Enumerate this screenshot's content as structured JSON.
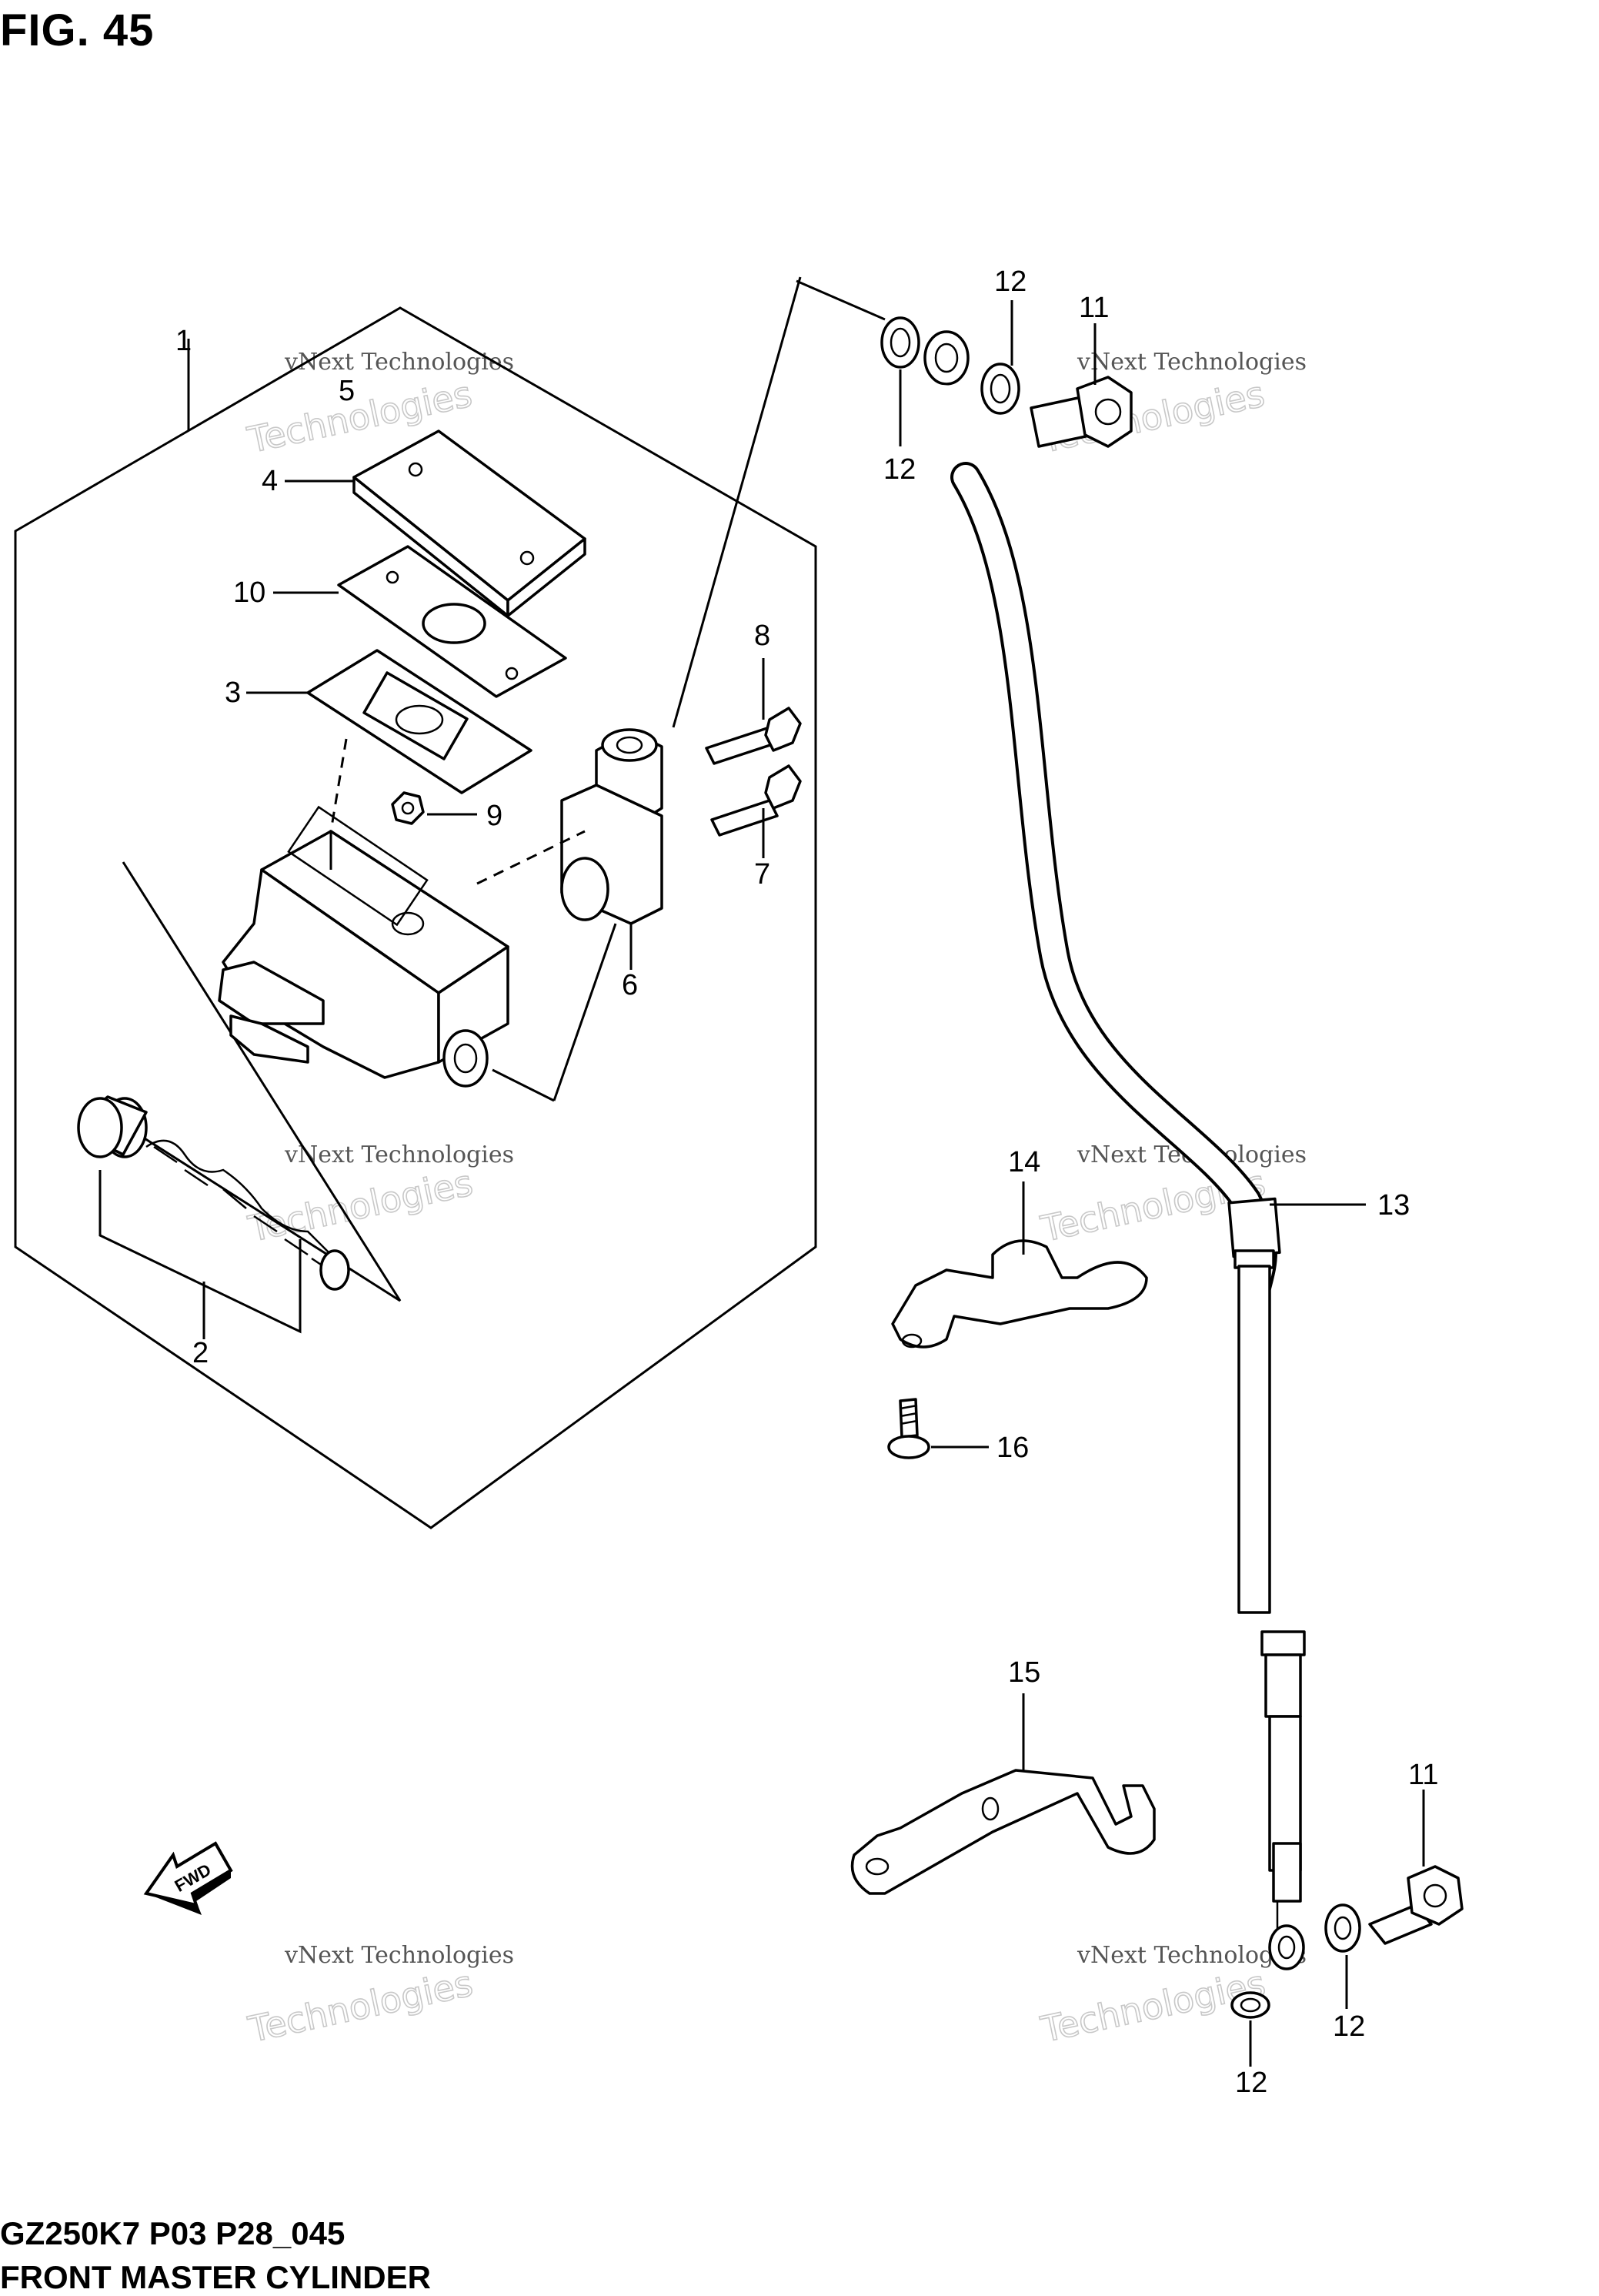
{
  "figure_title": "FIG. 45",
  "model_code": "GZ250K7 P03 P28_045",
  "diagram_title": "FRONT MASTER CYLINDER",
  "fwd_arrow_label": "FWD",
  "callouts": {
    "c1": "1",
    "c2": "2",
    "c3": "3",
    "c4": "4",
    "c5": "5",
    "c6": "6",
    "c7": "7",
    "c8": "8",
    "c9": "9",
    "c10": "10",
    "c11a": "11",
    "c11b": "11",
    "c12a": "12",
    "c12b": "12",
    "c12c": "12",
    "c12d": "12",
    "c13": "13",
    "c14": "14",
    "c15": "15",
    "c16": "16"
  },
  "watermark": {
    "line1": "vNext Technologies",
    "line2": "Technologies"
  }
}
